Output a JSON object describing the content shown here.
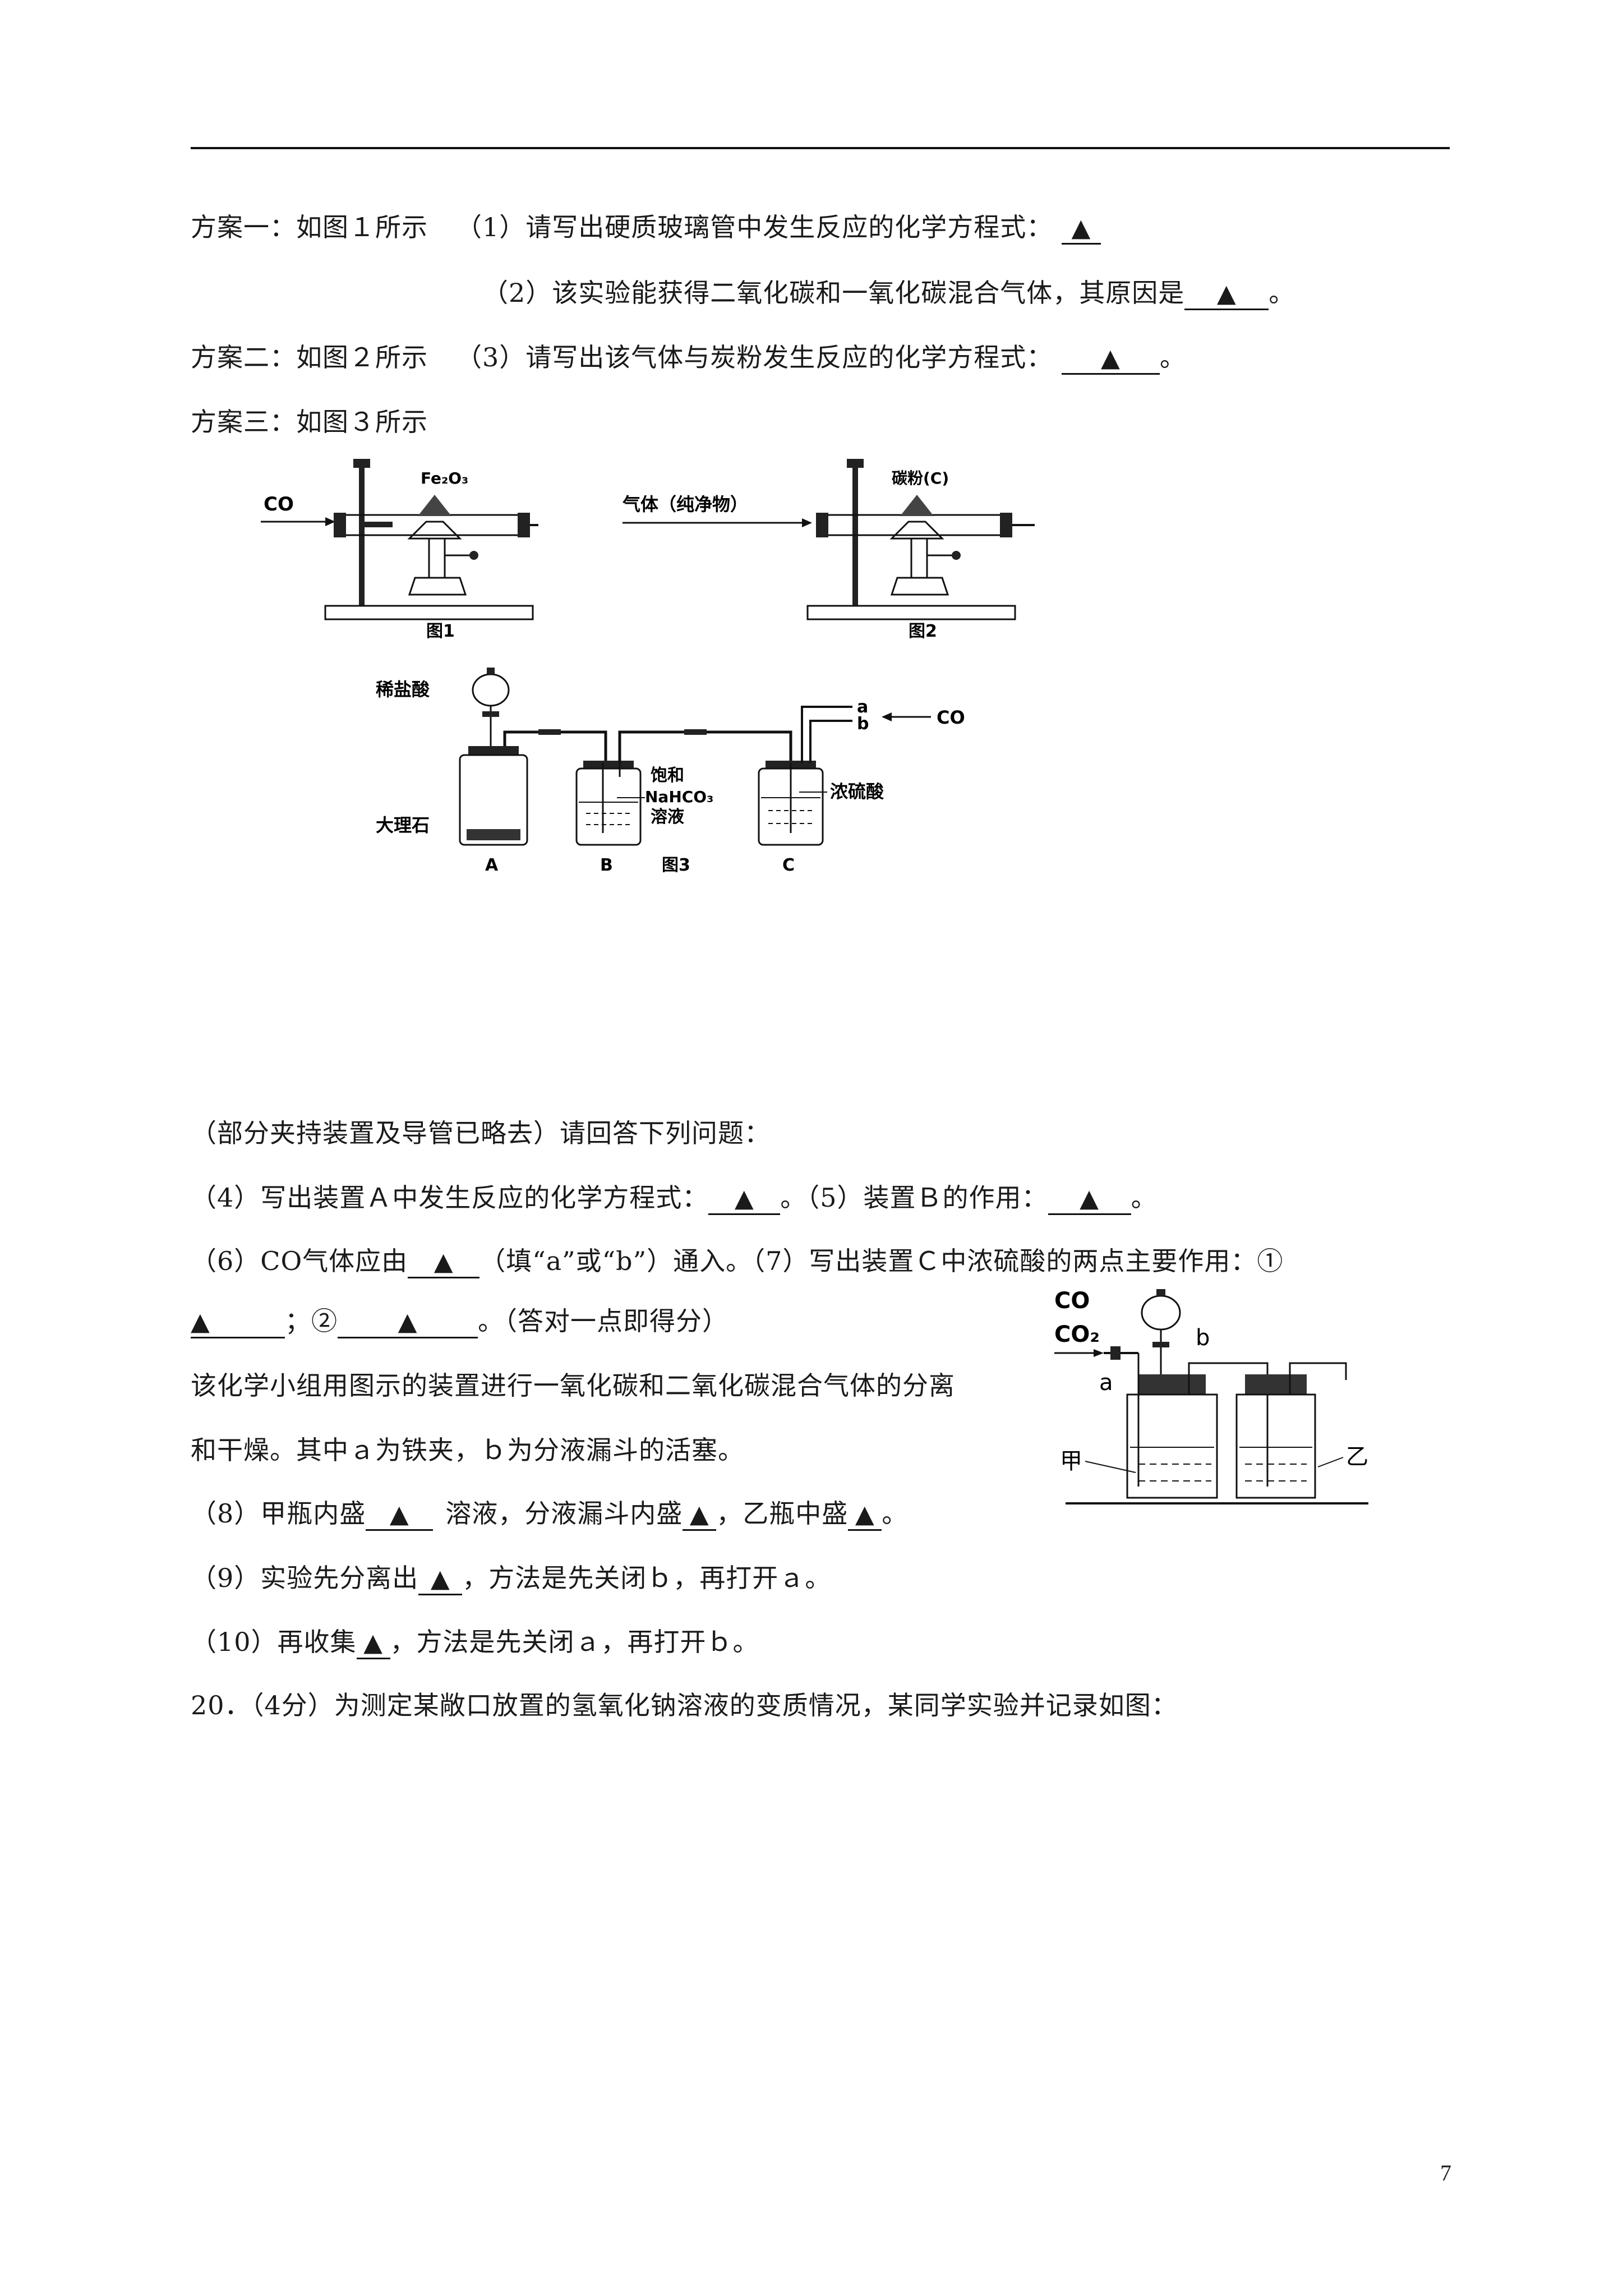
{
  "page": {
    "number": "7"
  },
  "plan1": {
    "label": "方案一：如图１所示",
    "q1": "（1）请写出硬质玻璃管中发生反应的化学方程式：",
    "q2": "（2）该实验能获得二氧化碳和一氧化碳混合气体，其原因是",
    "q2_end": "。"
  },
  "plan2": {
    "label": "方案二：如图２所示",
    "q3": "（3）请写出该气体与炭粉发生反应的化学方程式：",
    "q3_end": "。"
  },
  "plan3": {
    "label": "方案三：如图３所示"
  },
  "fig1": {
    "gas": "CO",
    "reagent": "Fe₂O₃",
    "caption": "图1"
  },
  "fig2": {
    "gas": "气体（纯净物）",
    "reagent": "碳粉(C)",
    "caption": "图2"
  },
  "fig3": {
    "funnel_label": "稀盐酸",
    "solid_label": "大理石",
    "b_line1": "饱和",
    "b_line2": "NaHCO₃",
    "b_line3": "溶液",
    "c_label": "浓硫酸",
    "port_a": "a",
    "port_b": "b",
    "gas_in": "CO",
    "A": "A",
    "B": "B",
    "C": "C",
    "caption": "图3"
  },
  "section2": {
    "intro": "（部分夹持装置及导管已略去）请回答下列问题：",
    "q4": "（4）写出装置Ａ中发生反应的化学方程式：",
    "q4_end": "。",
    "q5": "（5）装置Ｂ的作用：",
    "q5_end": "。",
    "q6": "（6）CO气体应由",
    "q6_mid": "（填“a”或“b”）通入。",
    "q7": "（7）写出装置Ｃ中浓硫酸的两点主要作用：①",
    "q7_sep": "；②",
    "q7_end": "。（答对一点即得分）",
    "para1": "该化学小组用图示的装置进行一氧化碳和二氧化碳混合气体的分离",
    "para2": "和干燥。其中ａ为铁夹，ｂ为分液漏斗的活塞。",
    "q8": "（8）甲瓶内盛",
    "q8_mid": "溶液，分液漏斗内盛",
    "q8_mid2": "，乙瓶中盛",
    "q8_end": "。",
    "q9": "（9）实验先分离出",
    "q9_end": "，方法是先关闭ｂ，再打开ａ。",
    "q10": "（10）再收集",
    "q10_end": "，方法是先关闭ａ，再打开ｂ。",
    "q20": "20．（4分）为测定某敞口放置的氢氧化钠溶液的变质情况，某同学实验并记录如图："
  },
  "fig4": {
    "gas1": "CO",
    "gas2": "CO₂",
    "label_a": "a",
    "label_b": "b",
    "bottle1": "甲",
    "bottle2": "乙"
  },
  "answer_mark": "▲"
}
